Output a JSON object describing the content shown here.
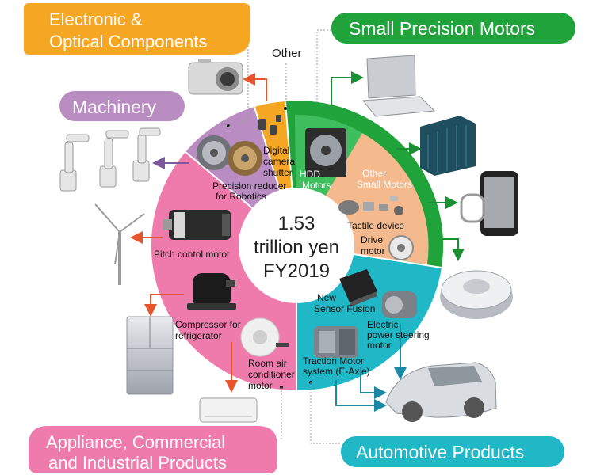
{
  "center": {
    "line1": "1.53",
    "line2": "trillion yen",
    "line3": "FY2019"
  },
  "categories": {
    "electronic": {
      "line1": "Electronic &",
      "line2": "Optical Components",
      "color": "#f5a623"
    },
    "machinery": {
      "label": "Machinery",
      "color": "#b98cc2"
    },
    "small_motors": {
      "label": "Small Precision Motors",
      "color": "#1fa33a"
    },
    "appliance": {
      "line1": "Appliance, Commercial",
      "line2": "and Industrial Products",
      "color": "#ee7bac"
    },
    "automotive": {
      "label": "Automotive Products",
      "color": "#20b8c6"
    },
    "other": {
      "label": "Other"
    }
  },
  "items": {
    "digital_camera": {
      "line1": "Digital",
      "line2": "camera",
      "line3": "shutter"
    },
    "reducer": {
      "line1": "Precision reducer",
      "line2": "for Robotics"
    },
    "pitch_motor": {
      "label": "Pitch contol motor"
    },
    "compressor": {
      "line1": "Compressor for",
      "line2": "refrigerator"
    },
    "room_air": {
      "line1": "Room air",
      "line2": "conditioner",
      "line3": "motor"
    },
    "hdd": {
      "line1": "HDD",
      "line2": "Motors"
    },
    "other_small": {
      "line1": "Other",
      "line2": "Small Motors"
    },
    "tactile": {
      "label": "Tactile device"
    },
    "drive": {
      "line1": "Drive",
      "line2": "motor"
    },
    "sensor_fusion": {
      "line1": "New",
      "line2": "Sensor Fusion"
    },
    "eps": {
      "line1": "Electric",
      "line2": "power steering",
      "line3": "motor"
    },
    "traction": {
      "line1": "Traction Motor",
      "line2": "system  (E-Axle)"
    }
  }
}
